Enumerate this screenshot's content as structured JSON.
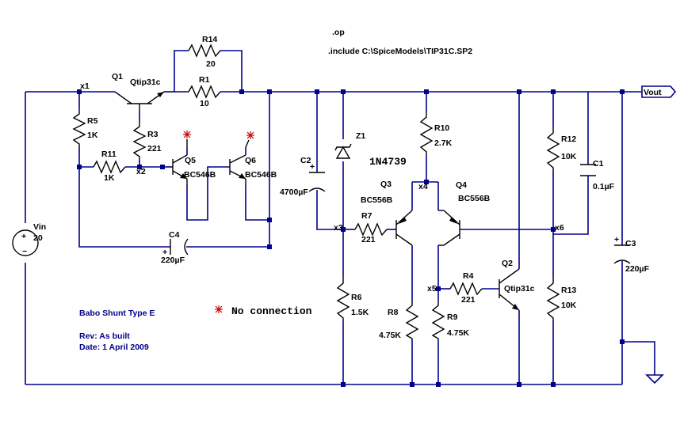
{
  "directives": {
    "op": ".op",
    "include": ".include C:\\SpiceModels\\TIP31C.SP2"
  },
  "port_label": "Vout",
  "source": {
    "name": "Vin",
    "value": "20"
  },
  "resistors": {
    "R14": {
      "name": "R14",
      "value": "20"
    },
    "R1": {
      "name": "R1",
      "value": "10"
    },
    "R5": {
      "name": "R5",
      "value": "1K"
    },
    "R3": {
      "name": "R3",
      "value": "221"
    },
    "R11": {
      "name": "R11",
      "value": "1K"
    },
    "R10": {
      "name": "R10",
      "value": "2.7K"
    },
    "R12": {
      "name": "R12",
      "value": "10K"
    },
    "R7": {
      "name": "R7",
      "value": "221"
    },
    "R6": {
      "name": "R6",
      "value": "1.5K"
    },
    "R4": {
      "name": "R4",
      "value": "221"
    },
    "R8": {
      "name": "R8",
      "value": "4.75K"
    },
    "R9": {
      "name": "R9",
      "value": "4.75K"
    },
    "R13": {
      "name": "R13",
      "value": "10K"
    }
  },
  "capacitors": {
    "C2": {
      "name": "C2",
      "value": "4700µF"
    },
    "C4": {
      "name": "C4",
      "value": "220µF"
    },
    "C1": {
      "name": "C1",
      "value": "0.1µF"
    },
    "C3": {
      "name": "C3",
      "value": "220µF"
    }
  },
  "transistors": {
    "Q1": {
      "name": "Q1",
      "model": "Qtip31c"
    },
    "Q5": {
      "name": "Q5",
      "model": "BC546B"
    },
    "Q6": {
      "name": "Q6",
      "model": "BC546B"
    },
    "Q3": {
      "name": "Q3",
      "model": "BC556B"
    },
    "Q4": {
      "name": "Q4",
      "model": "BC556B"
    },
    "Q2": {
      "name": "Q2",
      "model": "Qtip31c"
    }
  },
  "diode": {
    "name": "Z1",
    "model": "1N4739"
  },
  "nodes": {
    "x1": "x1",
    "x2": "x2",
    "x3": "x3",
    "x4": "x4",
    "x5": "x5",
    "x6": "x6"
  },
  "legend": {
    "no_connection": "No connection"
  },
  "notes": {
    "title": "Babo Shunt Type E",
    "rev": "Rev: As built",
    "date": "Date: 1 April 2009"
  },
  "colors": {
    "wire": "#00008b",
    "component": "#000000",
    "no_connection": "#cc0000",
    "note": "#00008b"
  }
}
